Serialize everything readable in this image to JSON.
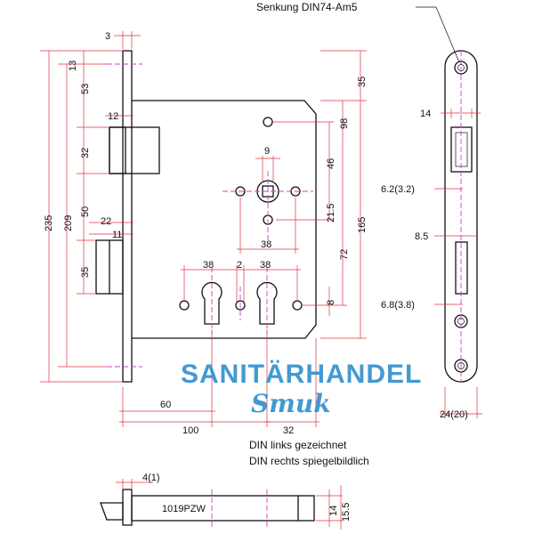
{
  "top_note": "Senkung DIN74-Am5",
  "bottom_notes": [
    "DIN links gezeichnet",
    "DIN rechts spiegelbildlich"
  ],
  "part_code": "1019PZW",
  "watermark": {
    "line1": "SANITÄRHANDEL",
    "line2": "Smuk"
  },
  "dims": {
    "d3": "3",
    "d13": "13",
    "d53": "53",
    "d12": "12",
    "d32v": "32",
    "d50": "50",
    "d22": "22",
    "d11": "11",
    "d35l": "35",
    "d235": "235",
    "d209": "209",
    "d35r": "35",
    "d98": "98",
    "d46": "46",
    "d9": "9",
    "d21_5": "21.5",
    "d38a": "38",
    "d72": "72",
    "d165": "165",
    "d38b": "38",
    "d2": "2",
    "d38c": "38",
    "d8": "8",
    "d60": "60",
    "d100": "100",
    "d32h": "32",
    "f14": "14",
    "f6_2": "6.2(3.2)",
    "f8_5": "8.5",
    "f6_8": "6.8(3.8)",
    "f24": "24(20)",
    "b4": "4(1)",
    "b14": "14",
    "b15_5": "15.5"
  },
  "colors": {
    "part": "#111111",
    "dimension_line": "#e03040",
    "center_line": "#d040c0",
    "watermark": "#2f8fce"
  }
}
